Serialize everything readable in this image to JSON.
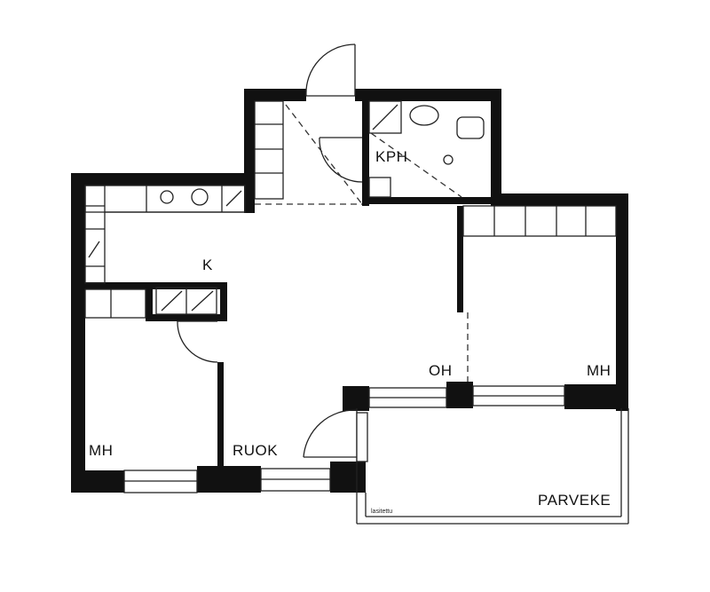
{
  "floorplan": {
    "rooms": {
      "kitchen": "K",
      "bathroom": "KPH",
      "bedroom_left": "MH",
      "bedroom_right": "MH",
      "dining": "RUOK",
      "wardrobe": "OH",
      "balcony": "PARVEKE"
    },
    "balcony_note": "lasitettu"
  },
  "colors": {
    "wall": "#111111",
    "line": "#222222",
    "background": "#ffffff"
  }
}
